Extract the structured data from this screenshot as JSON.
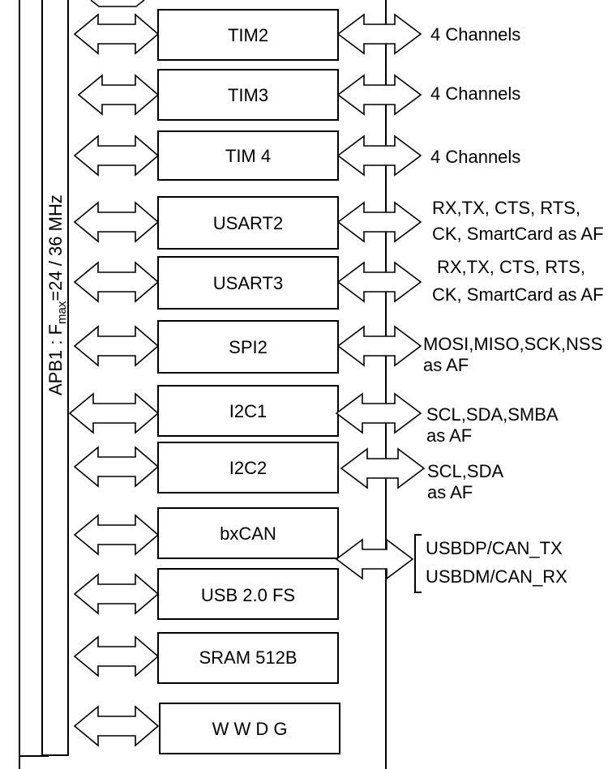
{
  "bus": {
    "label_prefix": "APB1 : F",
    "label_sub": "max",
    "label_suffix": "=24 / 36 MHz"
  },
  "blocks": [
    {
      "id": "tim2",
      "label": "TIM2",
      "signals": [
        "4 Channels"
      ]
    },
    {
      "id": "tim3",
      "label": "TIM3",
      "signals": [
        "4 Channels"
      ]
    },
    {
      "id": "tim4",
      "label": "TIM 4",
      "signals": [
        "4 Channels"
      ]
    },
    {
      "id": "usart2",
      "label": "USART2",
      "signals": [
        "RX,TX, CTS, RTS,",
        "CK, SmartCard as AF"
      ]
    },
    {
      "id": "usart3",
      "label": "USART3",
      "signals": [
        "RX,TX, CTS, RTS,",
        "CK, SmartCard as AF"
      ]
    },
    {
      "id": "spi2",
      "label": "SPI2",
      "signals": [
        "MOSI,MISO,SCK,NSS",
        "as AF"
      ]
    },
    {
      "id": "i2c1",
      "label": "I2C1",
      "signals": [
        "SCL,SDA,SMBA",
        "as AF"
      ]
    },
    {
      "id": "i2c2",
      "label": "I2C2",
      "signals": [
        "SCL,SDA",
        "as AF"
      ]
    },
    {
      "id": "bxcan",
      "label": "bxCAN",
      "signals": []
    },
    {
      "id": "usb",
      "label": "USB 2.0 FS",
      "signals": []
    },
    {
      "id": "sram",
      "label": "SRAM 512B",
      "signals": []
    },
    {
      "id": "wwdg",
      "label": "W W D G",
      "signals": []
    }
  ],
  "shared_pins": [
    "USBDP/CAN_TX",
    "USBDM/CAN_RX"
  ]
}
